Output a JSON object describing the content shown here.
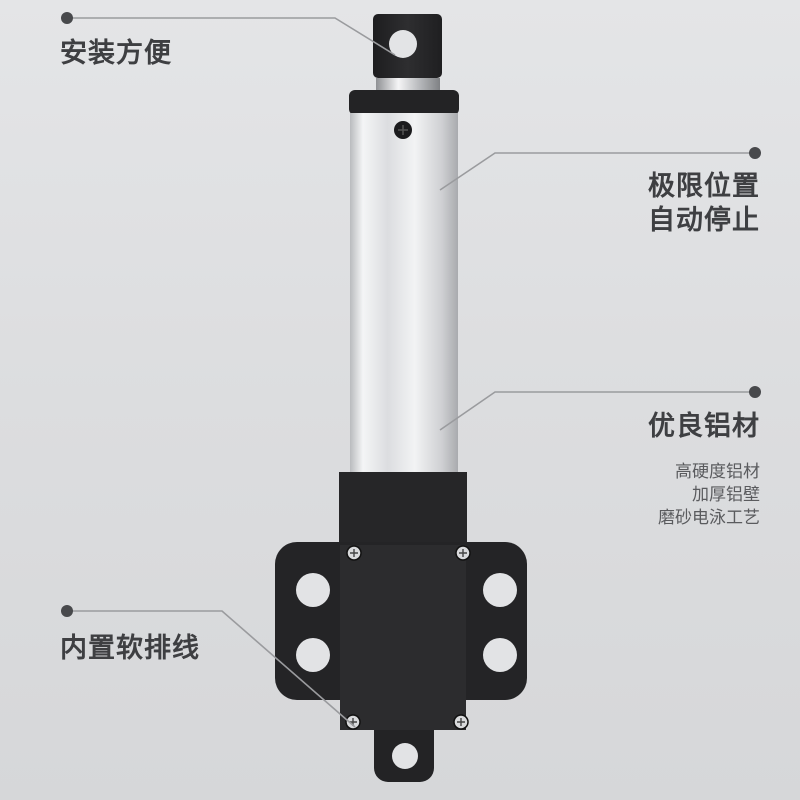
{
  "product": {
    "name": "mini-linear-actuator",
    "colors": {
      "background": "#dfe0e2",
      "body_black": "#2a2a2c",
      "aluminum": "#e6e7e9",
      "text_primary": "#3e3f42",
      "text_secondary": "#5a5b5e",
      "callout_line": "#9a9b9e",
      "callout_dot": "#48494c"
    }
  },
  "callouts": [
    {
      "id": "easy-install",
      "title": "安装方便",
      "side": "left"
    },
    {
      "id": "limit-stop",
      "title_lines": [
        "极限位置",
        "自动停止"
      ],
      "side": "right"
    },
    {
      "id": "aluminum",
      "title": "优良铝材",
      "side": "right",
      "details": [
        "高硬度铝材",
        "加厚铝壁",
        "磨砂电泳工艺"
      ]
    },
    {
      "id": "internal-cable",
      "title": "内置软排线",
      "side": "left"
    }
  ]
}
